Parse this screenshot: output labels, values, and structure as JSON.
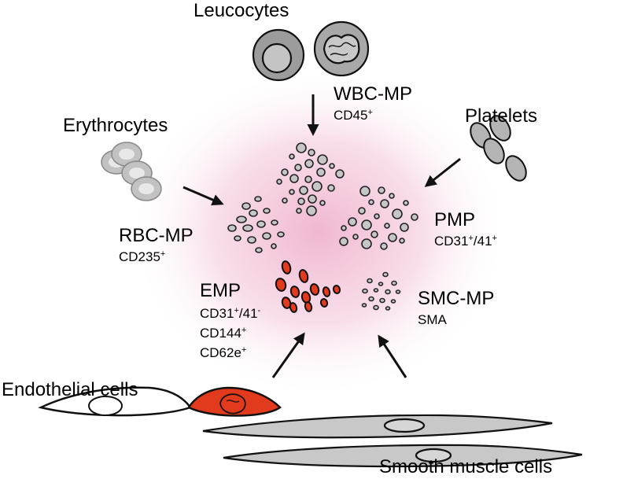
{
  "labels": {
    "leucocytes": "Leucocytes",
    "platelets": "Platelets",
    "erythrocytes": "Erythrocytes",
    "endothelial_cells": "Endothelial cells",
    "smooth_muscle_cells": "Smooth muscle cells"
  },
  "mp_types": {
    "wbc": {
      "name": "WBC-MP",
      "marker": "CD45",
      "marker_sup": "+"
    },
    "pmp": {
      "name": "PMP",
      "marker": "CD31",
      "marker_sup": "+",
      "marker2": "/41",
      "marker2_sup": "+"
    },
    "rbc": {
      "name": "RBC-MP",
      "marker": "CD235",
      "marker_sup": "+"
    },
    "emp": {
      "name": "EMP",
      "m1": "CD31",
      "m1_sup": "+",
      "m1b": "/41",
      "m1b_sup": "-",
      "m2": "CD144",
      "m2_sup": "+",
      "m3": "CD62e",
      "m3_sup": "+"
    },
    "smc": {
      "name": "SMC-MP",
      "marker": "SMA"
    }
  },
  "colors": {
    "cell_gray": "#b8b8b8",
    "mp_gray": "#c6c6c6",
    "emp_red": "#e23a1c",
    "glow_pink": "#f1b9d3",
    "outline": "#1a1a1a"
  }
}
